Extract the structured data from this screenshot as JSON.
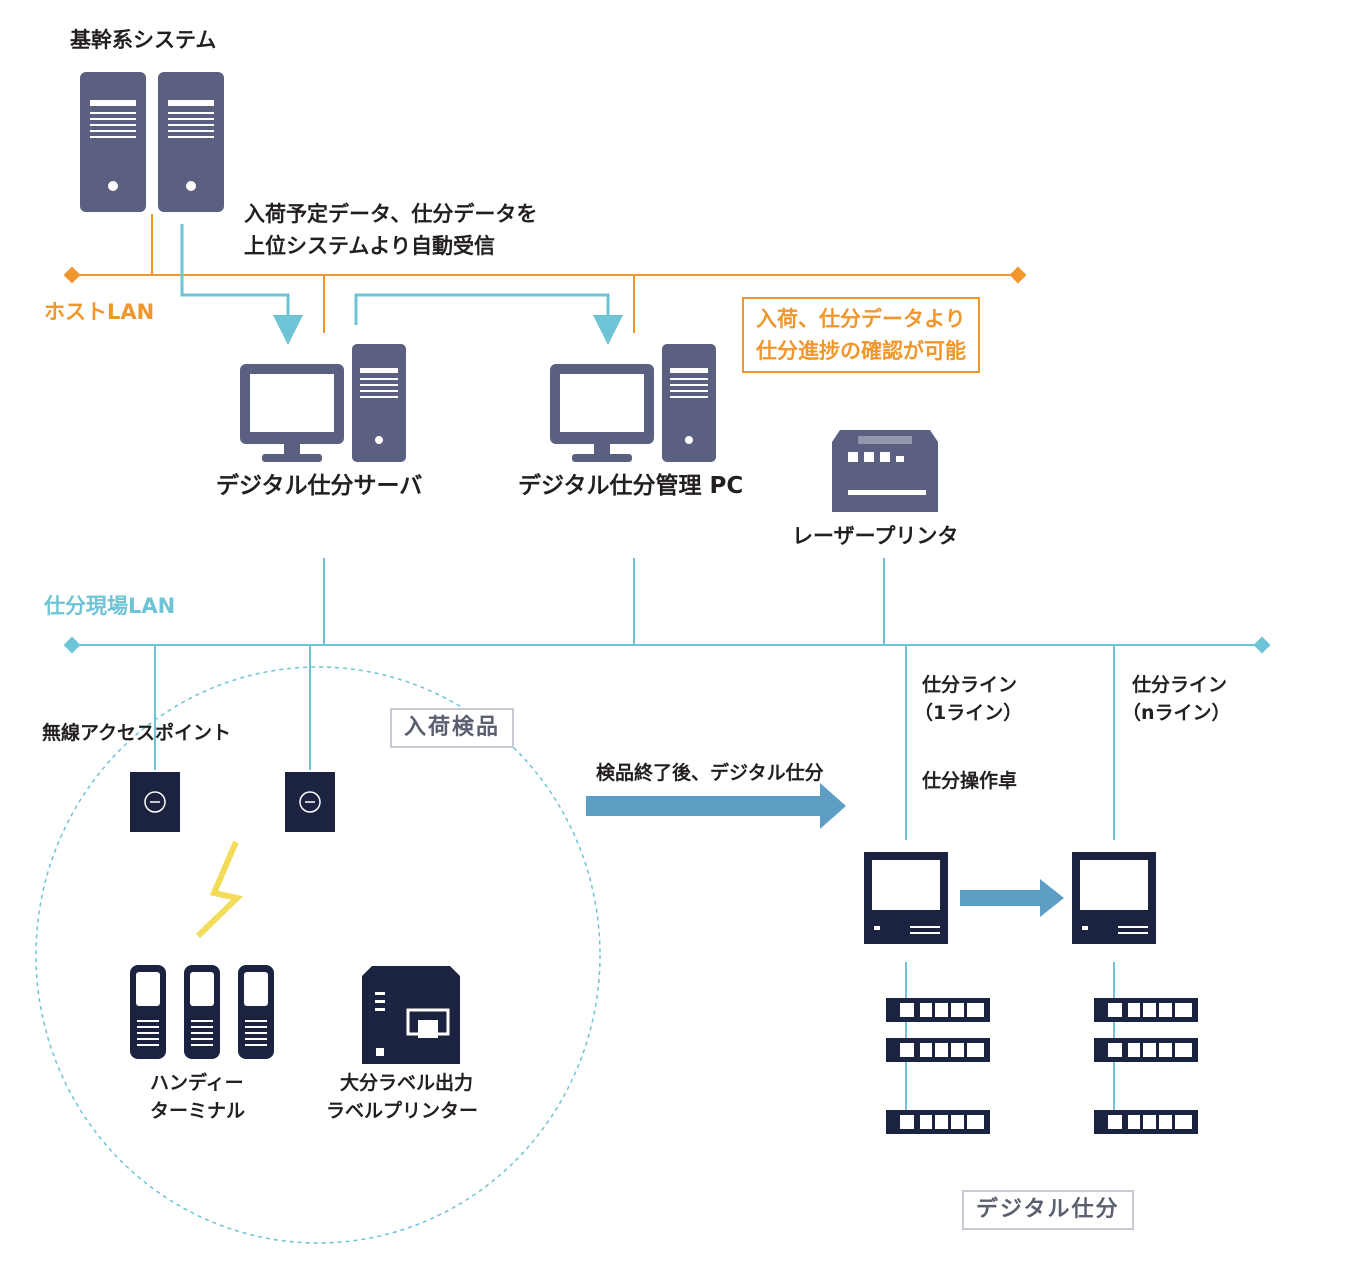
{
  "title": "基幹系システム",
  "host_data_note": [
    "入荷予定データ、仕分データを",
    "上位システムより自動受信"
  ],
  "host_lan_label": "ホストLAN",
  "progress_note": [
    "入荷、仕分データより",
    "仕分進捗の確認が可能"
  ],
  "server_label": "デジタル仕分サーバ",
  "mgmt_pc_label": "デジタル仕分管理 PC",
  "laser_printer_label": "レーザープリンタ",
  "site_lan_label": "仕分現場LAN",
  "access_point_label": "無線アクセスポイント",
  "inspection_label": "入荷検品",
  "handy_label": [
    "ハンディー",
    "ターミナル"
  ],
  "label_printer_label": [
    "大分ラベル出力",
    "ラベルプリンター"
  ],
  "flow_label": "検品終了後、デジタル仕分",
  "line1_label": [
    "仕分ライン",
    "（1ライン）"
  ],
  "line_n_label": [
    "仕分ライン",
    "（nライン）"
  ],
  "console_label": "仕分操作卓",
  "digital_sort_label": "デジタル仕分",
  "colors": {
    "device": "#5b6080",
    "dark_device": "#1c2340",
    "host_lan": "#f0962d",
    "site_lan": "#6ec4d6",
    "arrow": "#5e9ec4",
    "bolt": "#f2dc5a"
  }
}
